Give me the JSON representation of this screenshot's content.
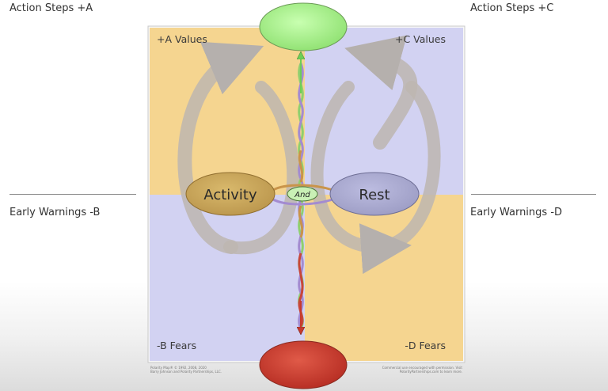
{
  "outer": {
    "action_steps_a": "Action Steps  +A",
    "action_steps_c": "Action Steps  +C",
    "early_warnings_b": "Early Warnings  -B",
    "early_warnings_d": "Early Warnings -D"
  },
  "quadrants": {
    "a_values": "+A Values",
    "c_values": "+C Values",
    "b_fears": "-B Fears",
    "d_fears": "-D Fears"
  },
  "poles": {
    "left": "Activity",
    "right": "Rest",
    "connector": "And"
  },
  "credits": {
    "left_line1": "Polarity Map® © 1992, 2008, 2020",
    "left_line2": "Barry Johnson and Polarity Partnerships, LLC.",
    "right_line1": "Commercial use encouraged with permission. Visit",
    "right_line2": "PolarityPartnerships.com to learn more."
  },
  "colors": {
    "values_quadrant": "#f5d590",
    "fears_quadrant": "#d2d2f2",
    "activity_pole": "#c8a559",
    "rest_pole": "#a8a8cc",
    "greater_purpose": "#a6f08a",
    "deeper_fear": "#cc3b2e"
  }
}
